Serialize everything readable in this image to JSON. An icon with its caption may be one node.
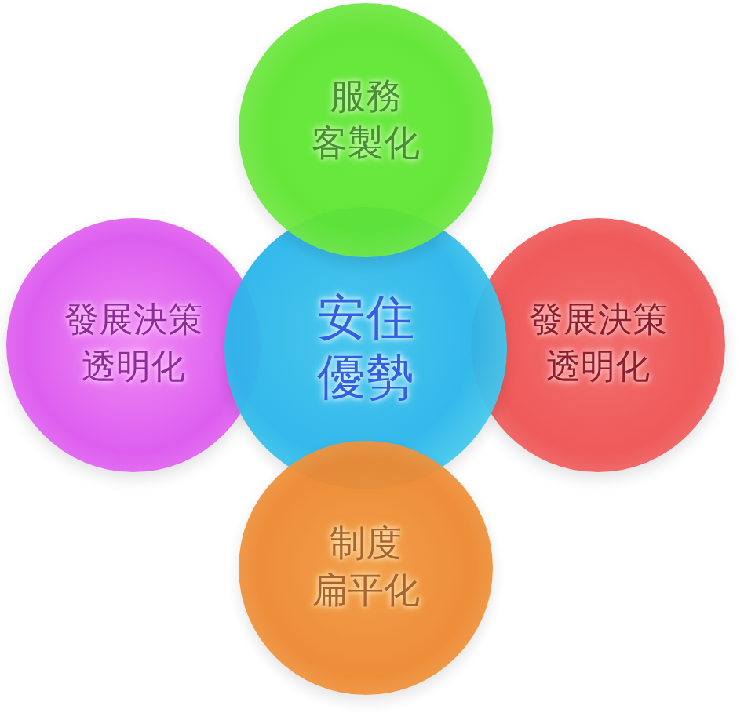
{
  "diagram": {
    "nodes": [
      {
        "text": [
          "服務客製化"
        ]
      },
      {
        "text": [
          "發展決策透明化"
        ]
      },
      {
        "text": [
          "安住優勢"
        ]
      },
      {
        "text": [
          "發展決策透明化"
        ]
      },
      {
        "text": [
          "制度扁平化"
        ]
      }
    ]
  }
}
